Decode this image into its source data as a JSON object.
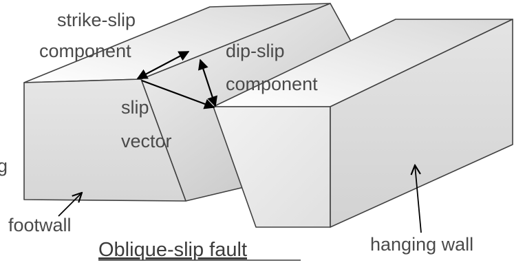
{
  "diagram": {
    "title": "Oblique-slip fault",
    "labels": {
      "strike_slip_line1": "strike-slip",
      "strike_slip_line2": "component",
      "dip_slip_line1": "dip-slip",
      "dip_slip_line2": "component",
      "slip_line1": "slip",
      "slip_line2": "vector",
      "footwall": "footwall",
      "hanging_wall": "hanging wall",
      "clipped_edge_text": "g"
    }
  }
}
